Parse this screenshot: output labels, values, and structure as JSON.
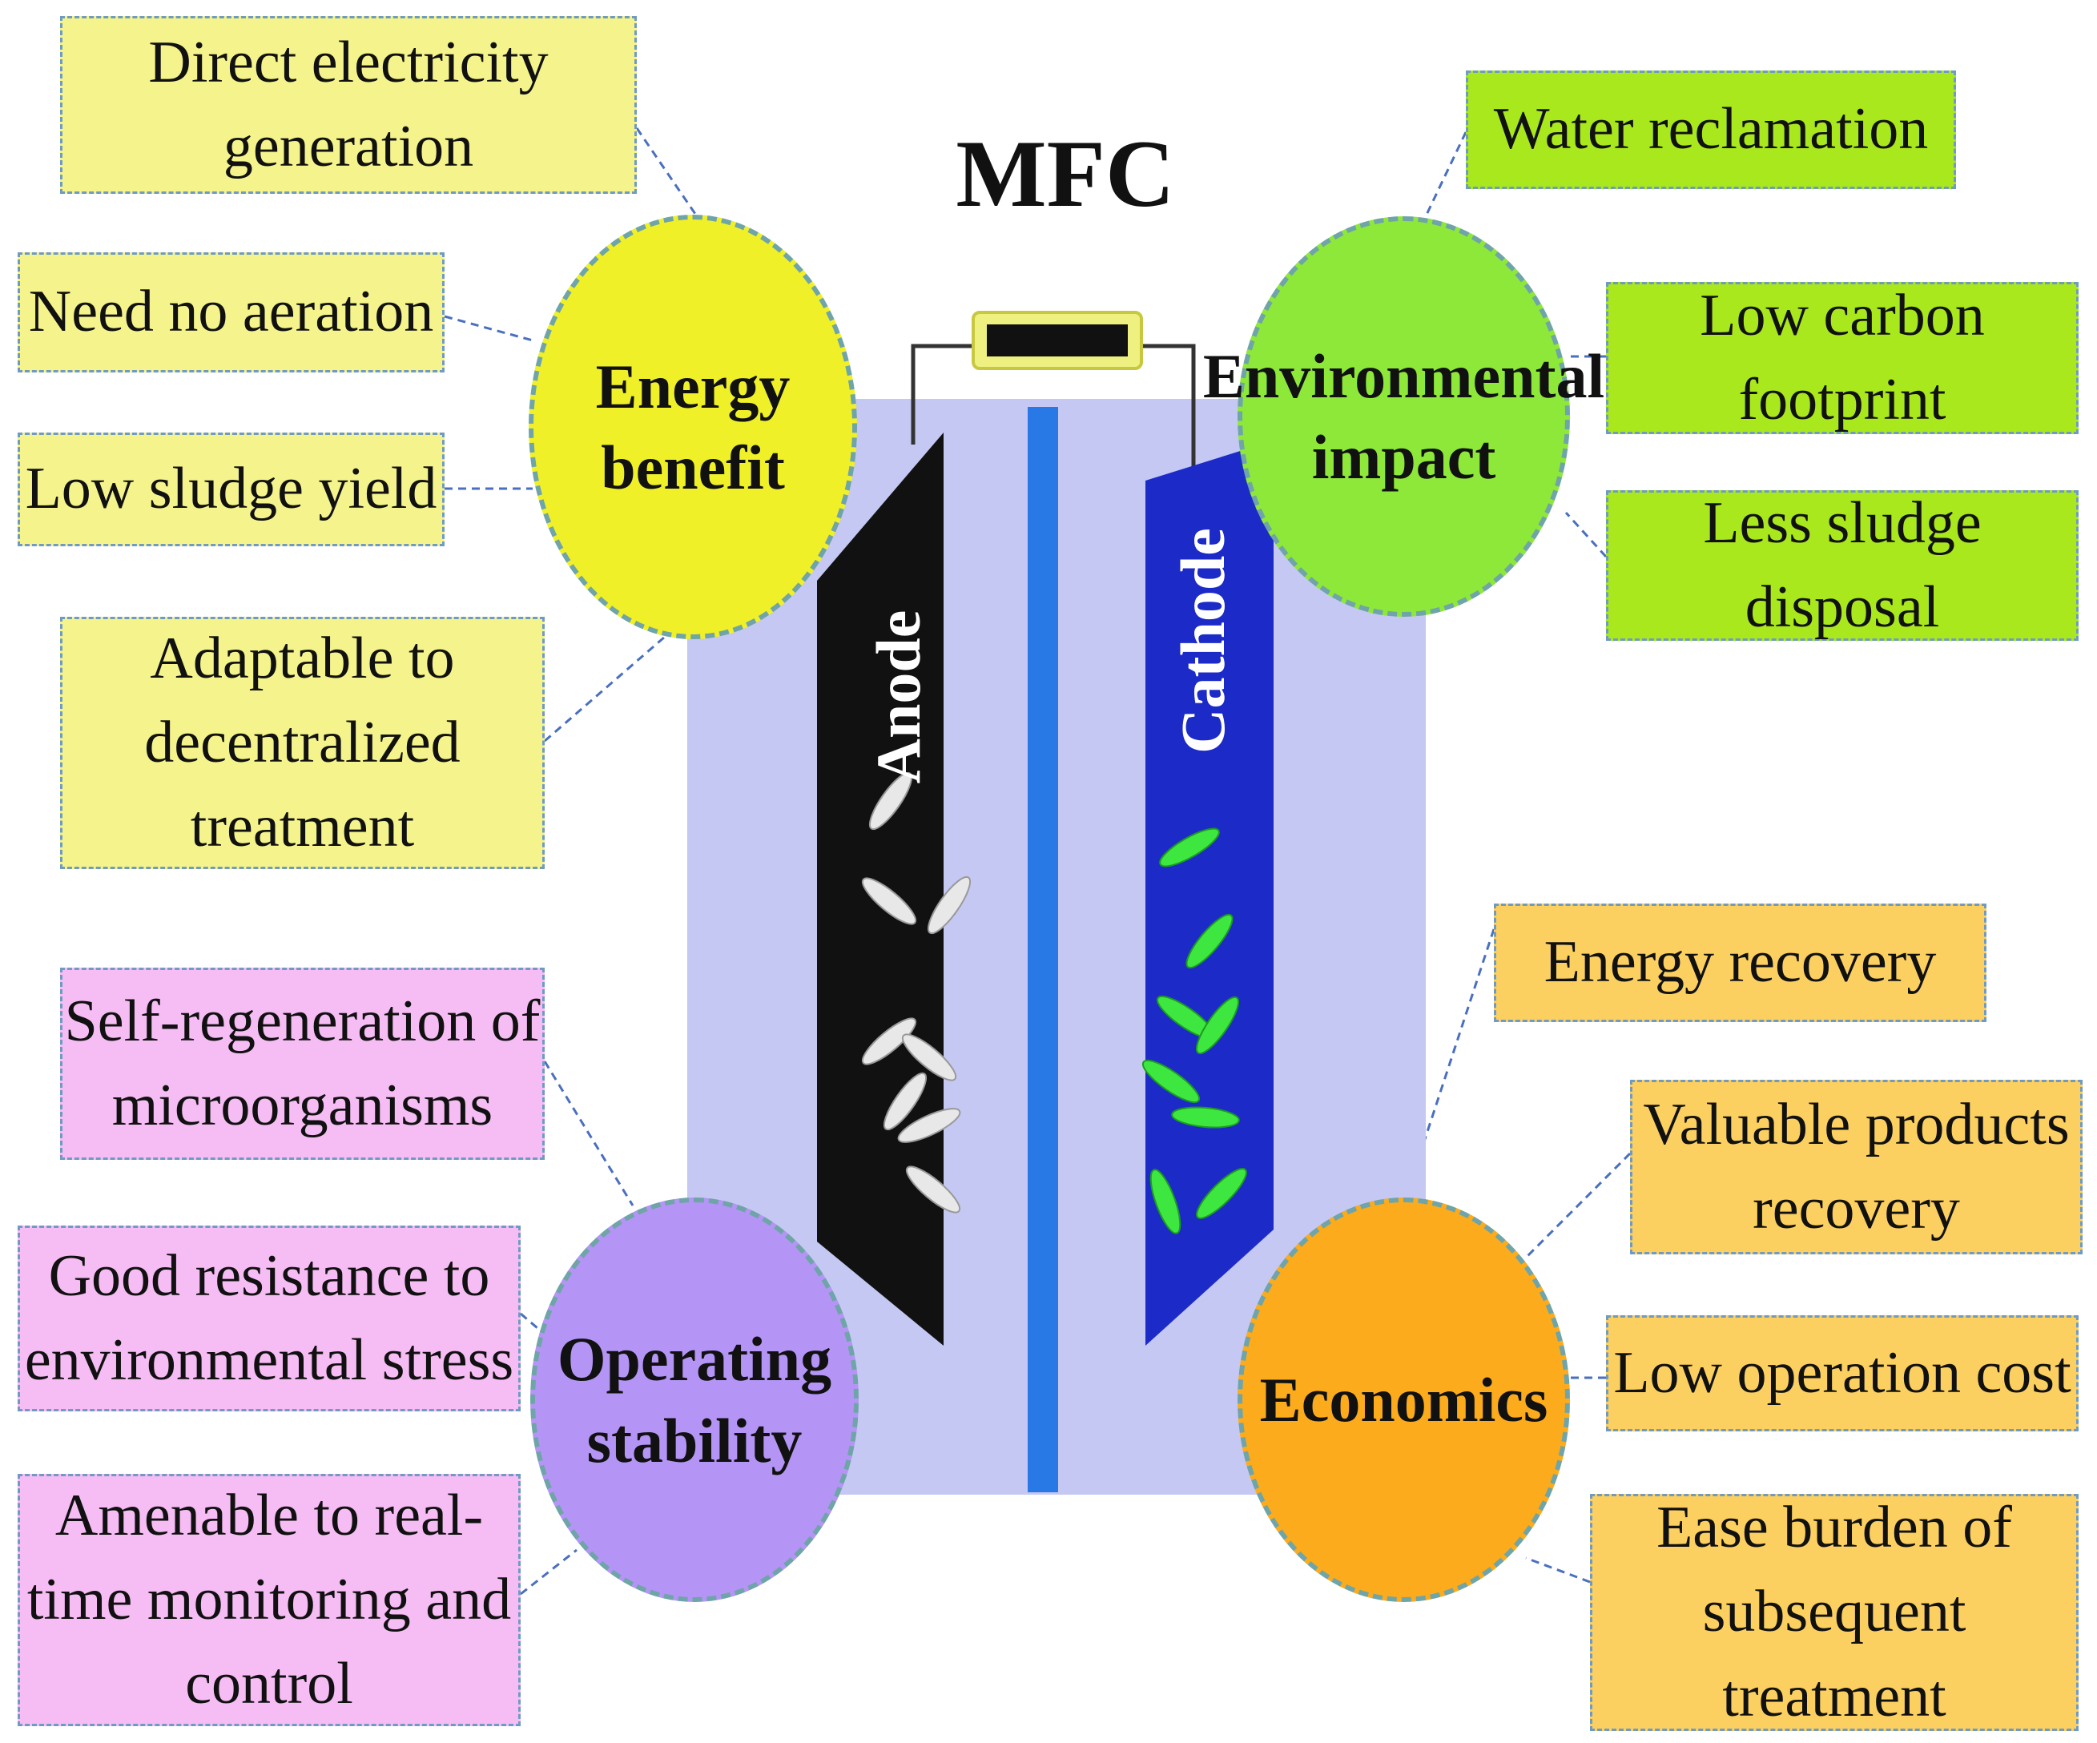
{
  "title": "MFC",
  "cell": {
    "anode_label": "Anode",
    "cathode_label": "Cathode"
  },
  "categories": {
    "energy": {
      "label": "Energy benefit",
      "lines": [
        "Energy",
        "benefit"
      ],
      "color": "#f0f028",
      "items": [
        {
          "lines": [
            "Direct electricity",
            "generation"
          ]
        },
        {
          "lines": [
            "Need no aeration"
          ]
        },
        {
          "lines": [
            "Low sludge yield"
          ]
        },
        {
          "lines": [
            "Adaptable to",
            "decentralized",
            "treatment"
          ]
        }
      ]
    },
    "environment": {
      "label": "Environmental impact",
      "lines": [
        "Environmental",
        "impact"
      ],
      "color": "#8ee83a",
      "items": [
        {
          "lines": [
            "Water reclamation"
          ]
        },
        {
          "lines": [
            "Low carbon",
            "footprint"
          ]
        },
        {
          "lines": [
            "Less sludge",
            "disposal"
          ]
        }
      ]
    },
    "stability": {
      "label": "Operating stability",
      "lines": [
        "Operating",
        "stability"
      ],
      "color": "#b495f5",
      "items": [
        {
          "lines": [
            "Self-regeneration of",
            "microorganisms"
          ]
        },
        {
          "lines": [
            "Good resistance to",
            "environmental stress"
          ]
        },
        {
          "lines": [
            "Amenable to real-",
            "time monitoring and",
            "control"
          ]
        }
      ]
    },
    "economics": {
      "label": "Economics",
      "lines": [
        "Economics"
      ],
      "color": "#fbab1c",
      "items": [
        {
          "lines": [
            "Energy recovery"
          ]
        },
        {
          "lines": [
            "Valuable products",
            "recovery"
          ]
        },
        {
          "lines": [
            "Low operation cost"
          ]
        },
        {
          "lines": [
            "Ease burden of",
            "subsequent",
            "treatment"
          ]
        }
      ]
    }
  }
}
